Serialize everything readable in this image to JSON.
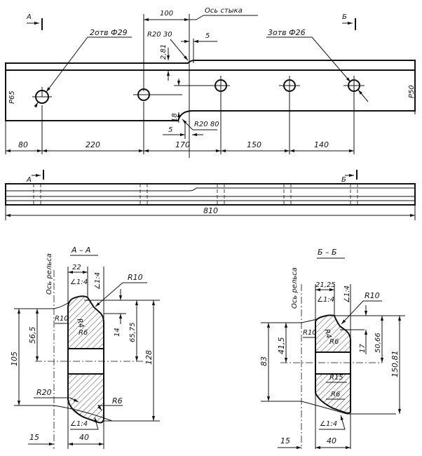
{
  "plan_view": {
    "section_mark_a": "А",
    "section_mark_b": "Б",
    "dim_100": "100",
    "joint_axis": "Ось стыка",
    "holes_left": "2отв Ф29",
    "holes_right": "3отв Ф26",
    "r20_30": "R20  30",
    "dim_5_top": "5",
    "dim_281": "2,81",
    "dim_18": "18",
    "r20_80": "R20  80",
    "dim_5_bottom": "5",
    "rail_left": "Р65",
    "rail_right": "Р50",
    "spacing": [
      "80",
      "220",
      "170",
      "150",
      "140"
    ]
  },
  "side_view": {
    "section_mark_a": "А",
    "section_mark_b": "Б",
    "total_length": "810"
  },
  "section_aa": {
    "title": "А – А",
    "width_top": "22",
    "slope_1": "∠1:4",
    "slope_2": "∠1:4",
    "slope_3": "∠1:4",
    "r10_top": "R10",
    "r10_left": "R10",
    "r4": "R4",
    "r6_top": "R6",
    "rail_axis": "Ось рельса",
    "dim_565": "56,5",
    "dim_105": "105",
    "dim_14": "14",
    "dim_6575": "65,75",
    "dim_128": "128",
    "r20": "R20",
    "r6_bottom": "R6",
    "dim_15": "15",
    "dim_40": "40"
  },
  "section_bb": {
    "title": "Б – Б",
    "width_top": "21,25",
    "slope_1": "∠1:4",
    "slope_2": "∠1:4",
    "slope_3": "∠1:4",
    "r10_top": "R10",
    "r10_left": "R10",
    "r4": "R4",
    "r6_top": "R6",
    "rail_axis": "Ось рельса",
    "dim_415": "41,5",
    "dim_83": "83",
    "dim_17": "17",
    "dim_5066": "50,66",
    "dim_15081": "150,81",
    "r15": "R15",
    "r6_bottom": "R6",
    "dim_15": "15",
    "dim_40": "40"
  }
}
